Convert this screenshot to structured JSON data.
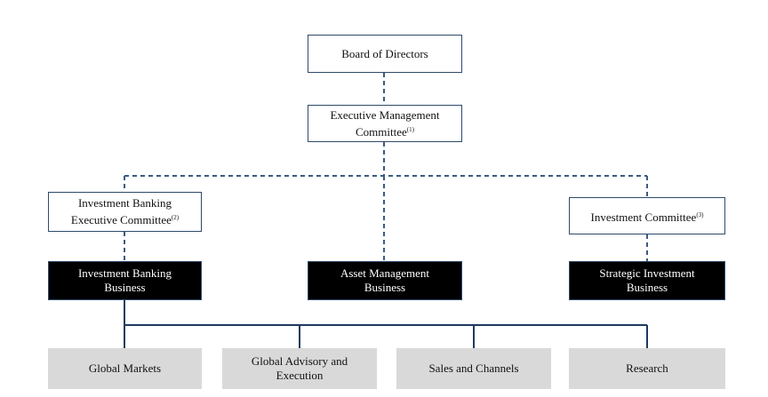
{
  "board": {
    "label": "Board of Directors"
  },
  "exec_mgmt": {
    "label": "Executive Management Committee",
    "note": "(1)"
  },
  "ib_exec": {
    "label": "Investment Banking Executive Committee",
    "note": "(2)"
  },
  "inv_committee": {
    "label": "Investment Committee",
    "note": "(3)"
  },
  "ib_business": {
    "label": "Investment Banking Business"
  },
  "am_business": {
    "label": "Asset Management Business"
  },
  "si_business": {
    "label": "Strategic Investment Business"
  },
  "global_markets": {
    "label": "Global Markets"
  },
  "global_advisory": {
    "label": "Global Advisory and Execution"
  },
  "sales_channels": {
    "label": "Sales and Channels"
  },
  "research": {
    "label": "Research"
  },
  "colors": {
    "outline": "#2e4a6b",
    "dashed_line": "#3b5b85",
    "solid_line": "#1f3a5f",
    "dark_fill": "#000000",
    "grey_fill": "#d9d9d9"
  }
}
